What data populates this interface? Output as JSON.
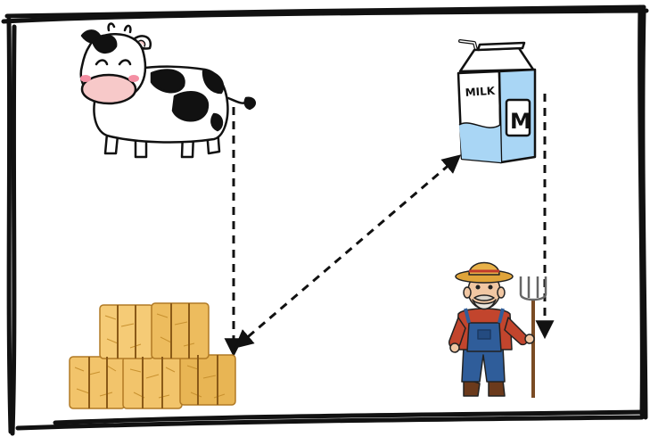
{
  "diagram": {
    "nodes": [
      {
        "id": "cow",
        "icon": "cow-icon"
      },
      {
        "id": "hay",
        "icon": "hay-bales-icon"
      },
      {
        "id": "milk",
        "icon": "milk-carton-icon",
        "carton_label": "MILK",
        "carton_letter": "M"
      },
      {
        "id": "farmer",
        "icon": "farmer-icon"
      }
    ],
    "arrows": [
      {
        "from": "cow",
        "to": "hay",
        "style": "dashed",
        "head": "end"
      },
      {
        "from": "hay",
        "to": "milk",
        "style": "dashed",
        "head": "both"
      },
      {
        "from": "milk",
        "to": "farmer",
        "style": "dashed",
        "head": "end"
      }
    ]
  },
  "colors": {
    "frame": "#111111",
    "arrow": "#111111",
    "hay": "#f2c46b",
    "hay_dark": "#d9a441",
    "carton_blue": "#a9d6f5",
    "carton_white": "#ffffff",
    "cow_spot": "#111111",
    "cow_nose": "#f7c9c9",
    "farmer_overalls": "#2f5d9a",
    "farmer_shirt": "#c2452d",
    "farmer_hat": "#e0a43a"
  }
}
